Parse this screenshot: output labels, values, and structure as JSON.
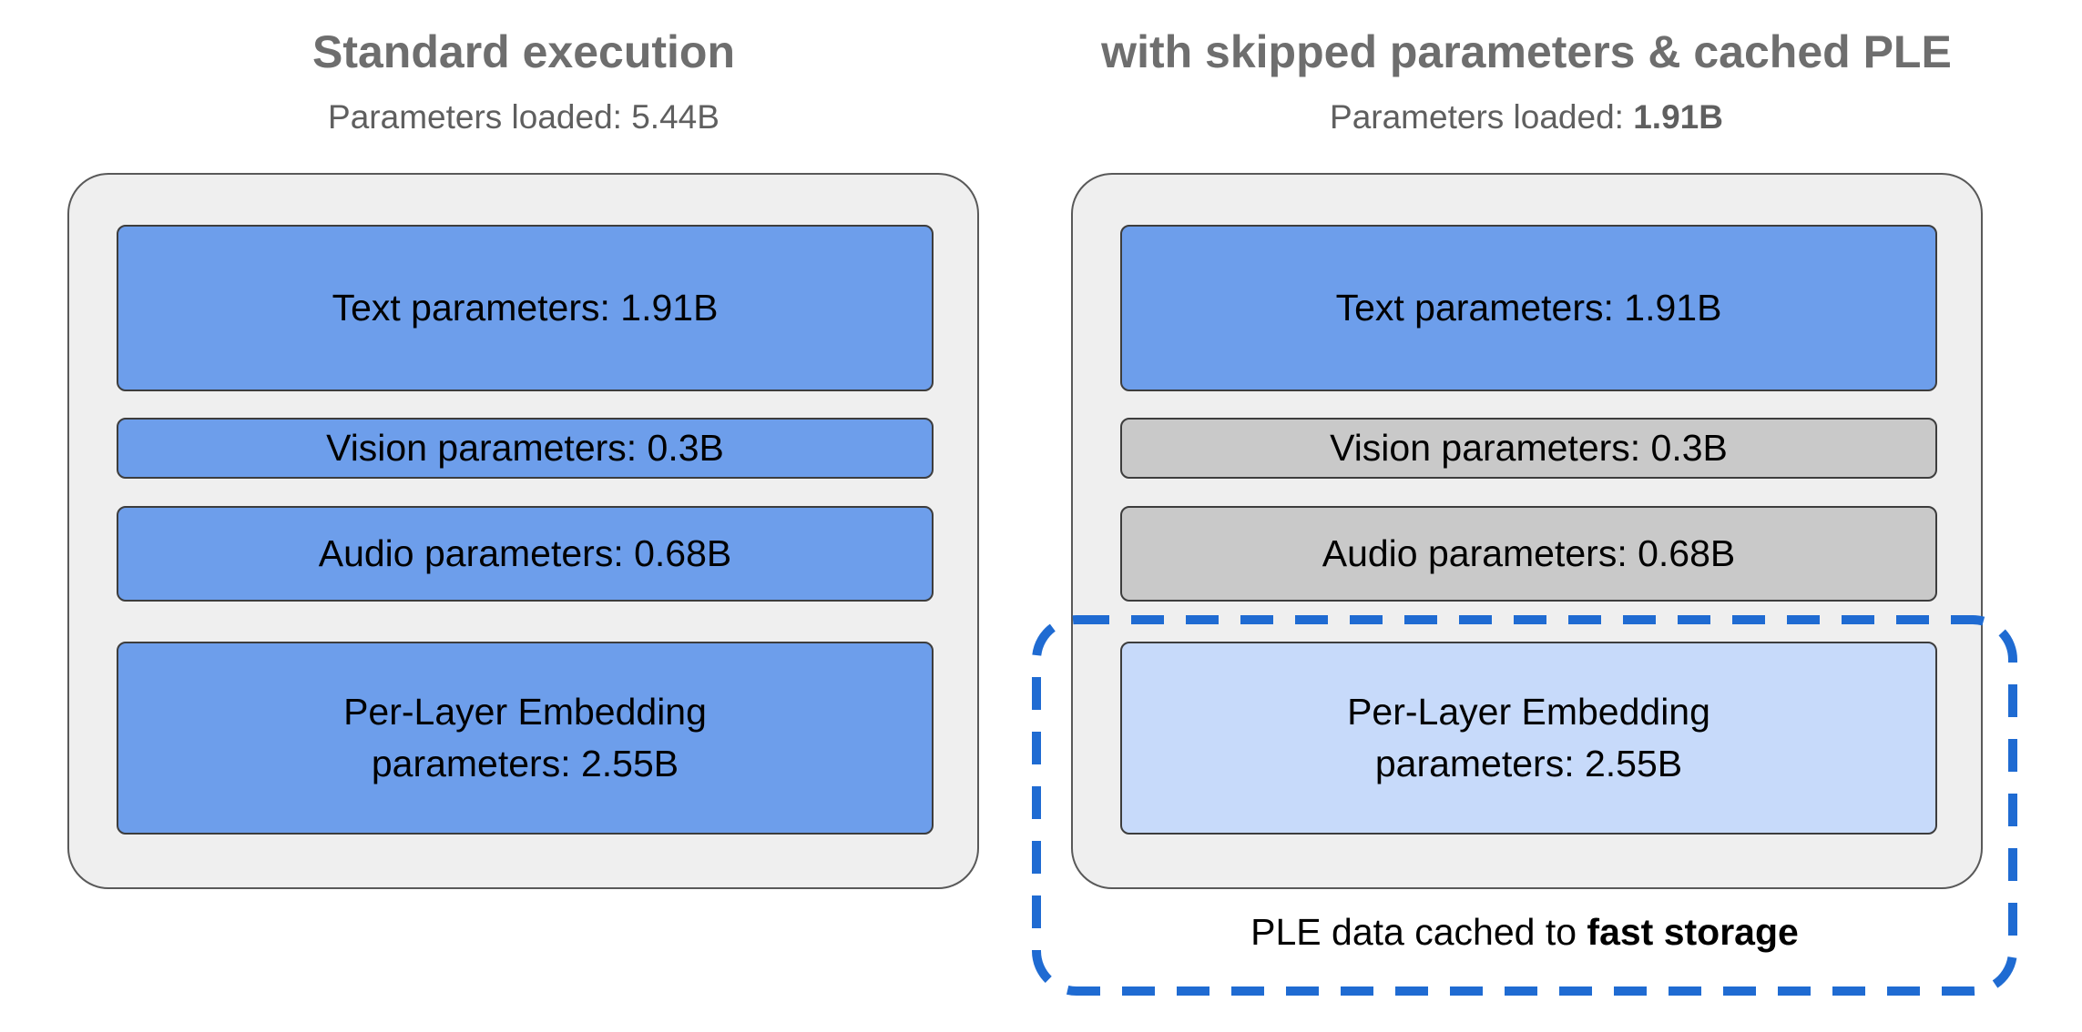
{
  "colors": {
    "page-bg": "#ffffff",
    "container-bg": "#efefef",
    "container-border": "#595959",
    "box-border": "#3d3d3d",
    "blue-box": "#6d9eeb",
    "gray-box": "#c9c9c9",
    "lightblue-box": "#c7dafa",
    "dash-blue": "#1f6bd2",
    "title-gray": "#6e6e6e",
    "subtitle-gray": "#5f5f5f",
    "label-black": "#000000"
  },
  "left": {
    "title": "Standard execution",
    "subtitle_prefix": "Parameters loaded: ",
    "subtitle_value": "5.44B",
    "boxes": {
      "text": "Text parameters: 1.91B",
      "vision": "Vision parameters: 0.3B",
      "audio": "Audio parameters: 0.68B",
      "ple": "Per-Layer Embedding\nparameters: 2.55B"
    }
  },
  "right": {
    "title": "with skipped parameters & cached PLE",
    "subtitle_prefix": "Parameters loaded: ",
    "subtitle_value": "1.91B",
    "boxes": {
      "text": "Text parameters: 1.91B",
      "vision": "Vision parameters: 0.3B",
      "audio": "Audio parameters: 0.68B",
      "ple": "Per-Layer Embedding\nparameters: 2.55B"
    },
    "caption_prefix": "PLE data cached to ",
    "caption_bold": "fast storage"
  }
}
